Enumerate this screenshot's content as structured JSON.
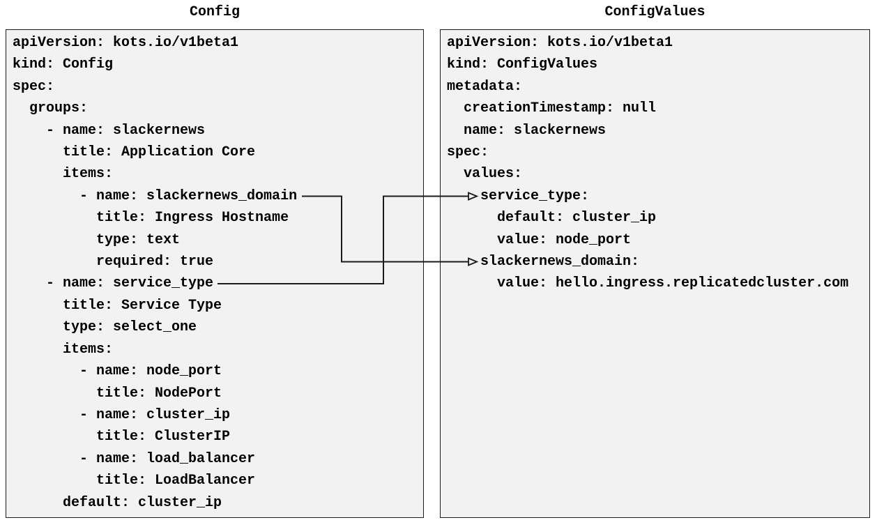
{
  "diagram": {
    "config_panel": {
      "title": "Config",
      "lines": [
        "apiVersion: kots.io/v1beta1",
        "kind: Config",
        "spec:",
        "  groups:",
        "    - name: slackernews",
        "      title: Application Core",
        "      items:",
        "        - name: slackernews_domain",
        "          title: Ingress Hostname",
        "          type: text",
        "          required: true",
        "    - name: service_type",
        "      title: Service Type",
        "      type: select_one",
        "      items:",
        "        - name: node_port",
        "          title: NodePort",
        "        - name: cluster_ip",
        "          title: ClusterIP",
        "        - name: load_balancer",
        "          title: LoadBalancer",
        "      default: cluster_ip"
      ]
    },
    "configvalues_panel": {
      "title": "ConfigValues",
      "lines": [
        "apiVersion: kots.io/v1beta1",
        "kind: ConfigValues",
        "metadata:",
        "  creationTimestamp: null",
        "  name: slackernews",
        "spec:",
        "  values:",
        "    service_type:",
        "      default: cluster_ip",
        "      value: node_port",
        "    slackernews_domain:",
        "      value: hello.ingress.replicatedcluster.com"
      ]
    },
    "connections": [
      {
        "from": "Config: slackernews_domain",
        "to": "ConfigValues: slackernews_domain"
      },
      {
        "from": "Config: service_type",
        "to": "ConfigValues: service_type"
      }
    ]
  },
  "colors": {
    "page_background": "#ffffff",
    "panel_fill": "#f2f2f2",
    "panel_border": "#1b1b1b",
    "connector": "#1b1b1b",
    "text": "#000000"
  }
}
